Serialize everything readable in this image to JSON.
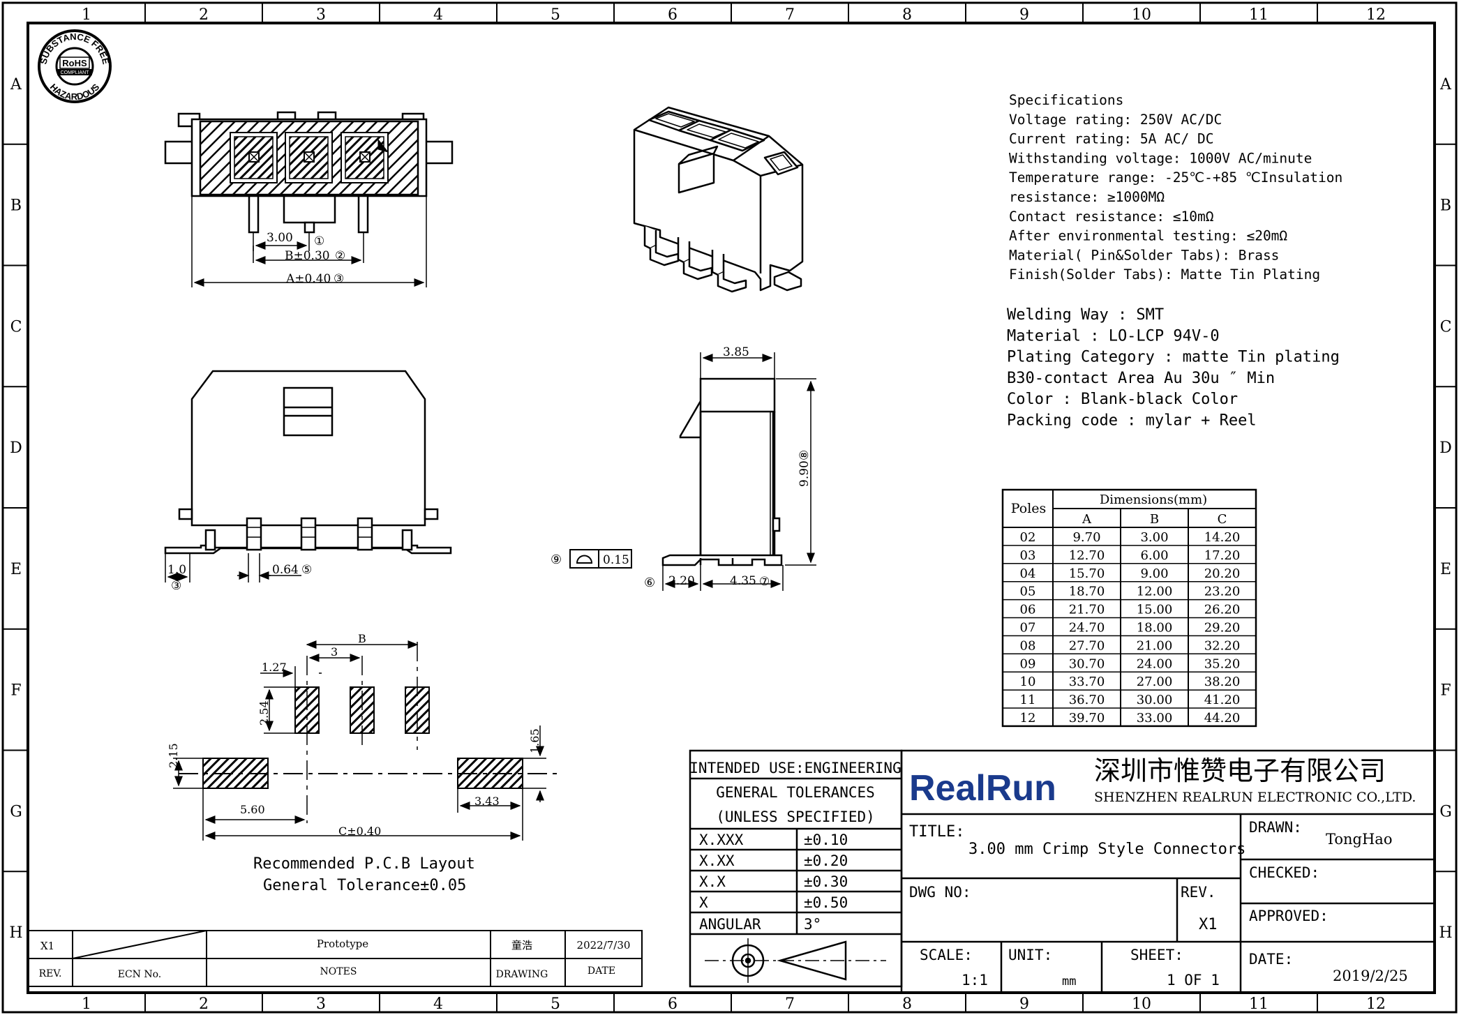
{
  "frame": {
    "columns": [
      "1",
      "2",
      "3",
      "4",
      "5",
      "6",
      "7",
      "8",
      "9",
      "10",
      "11",
      "12"
    ],
    "rows": [
      "A",
      "B",
      "C",
      "D",
      "E",
      "F",
      "G",
      "H"
    ]
  },
  "rohs": {
    "top": "SUBSTANCE FREE",
    "center": "RoHS",
    "sub": "COMPLIANT",
    "bottom": "HAZARDOUS"
  },
  "top_view_dims": {
    "d1": "3.00",
    "d1_tag": "①",
    "d2": "B±0.30",
    "d2_tag": "②",
    "d3": "A±0.40",
    "d3_tag": "③"
  },
  "front_view_dims": {
    "d1": "1.0",
    "d1_tag": "③",
    "d2": "0.64",
    "d2_tag": "⑤"
  },
  "side_view_dims": {
    "top": "3.85",
    "height": "9.90",
    "height_tag": "⑧",
    "flat_tag": "⑨",
    "flat": "0.15",
    "left": "2.20",
    "left_tag": "⑥",
    "right": "4.35",
    "right_tag": "⑦"
  },
  "pcb_layout": {
    "B": "B",
    "three": "3",
    "w127": "1.27",
    "h254": "2.54",
    "h215": "2.15",
    "h165": "1.65",
    "w560": "5.60",
    "w343": "3.43",
    "c": "C±0.40",
    "caption1": "Recommended P.C.B Layout",
    "caption2": "General Tolerance±0.05"
  },
  "specifications": [
    "Specifications",
    "Voltage rating: 250V AC/DC",
    "Current rating: 5A AC/ DC",
    "Withstanding voltage: 1000V AC/minute",
    "Temperature range: -25℃-+85 ℃Insulation",
    "resistance: ≥1000MΩ",
    "Contact resistance: ≤10mΩ",
    "After environmental testing: ≤20mΩ",
    "Material( Pin&Solder Tabs): Brass",
    "Finish(Solder Tabs): Matte Tin Plating"
  ],
  "properties": [
    "Welding Way : SMT",
    "Material : LO-LCP 94V-0",
    "Plating Category : matte Tin plating",
    "B30-contact Area Au 30u ″ Min",
    "Color : Blank-black Color",
    "Packing code : mylar + Reel"
  ],
  "dimensions_table": {
    "title": "Dimensions(mm)",
    "poles_header": "Poles",
    "columns": [
      "A",
      "B",
      "C"
    ],
    "rows": [
      [
        "02",
        "9.70",
        "3.00",
        "14.20"
      ],
      [
        "03",
        "12.70",
        "6.00",
        "17.20"
      ],
      [
        "04",
        "15.70",
        "9.00",
        "20.20"
      ],
      [
        "05",
        "18.70",
        "12.00",
        "23.20"
      ],
      [
        "06",
        "21.70",
        "15.00",
        "26.20"
      ],
      [
        "07",
        "24.70",
        "18.00",
        "29.20"
      ],
      [
        "08",
        "27.70",
        "21.00",
        "32.20"
      ],
      [
        "09",
        "30.70",
        "24.00",
        "35.20"
      ],
      [
        "10",
        "33.70",
        "27.00",
        "38.20"
      ],
      [
        "11",
        "36.70",
        "30.00",
        "41.20"
      ],
      [
        "12",
        "39.70",
        "33.00",
        "44.20"
      ]
    ]
  },
  "tolerances": {
    "intended_use": "INTENDED USE:ENGINEERING",
    "general": "GENERAL TOLERANCES",
    "unless": "(UNLESS SPECIFIED)",
    "rows": [
      [
        "X.XXX",
        "±0.10"
      ],
      [
        "X.XX",
        "±0.20"
      ],
      [
        "X.X",
        "±0.30"
      ],
      [
        "X",
        "±0.50"
      ],
      [
        "ANGULAR",
        "3°"
      ]
    ]
  },
  "company": {
    "logo": "RealRun",
    "name_cn": "深圳市惟赞电子有限公司",
    "name_en": "SHENZHEN REALRUN ELECTRONIC CO.,LTD.",
    "brand_color": "#1a3a8c"
  },
  "title_block": {
    "title_label": "TITLE:",
    "title": "3.00 mm Crimp Style Connectors",
    "drawn_label": "DRAWN:",
    "drawn": "TongHao",
    "checked_label": "CHECKED:",
    "approved_label": "APPROVED:",
    "dwg_label": "DWG NO:",
    "rev_label": "REV.",
    "rev": "X1",
    "scale_label": "SCALE:",
    "scale": "1:1",
    "unit_label": "UNIT:",
    "unit": "mm",
    "sheet_label": "SHEET:",
    "sheet": "1 OF 1",
    "date_label": "DATE:",
    "date": "2019/2/25"
  },
  "revision_block": {
    "rev": "X1",
    "notes": "Prototype",
    "drawing": "童浩",
    "date": "2022/7/30",
    "h_rev": "REV.",
    "h_ecn": "ECN No.",
    "h_notes": "NOTES",
    "h_drawing": "DRAWING",
    "h_date": "DATE"
  }
}
